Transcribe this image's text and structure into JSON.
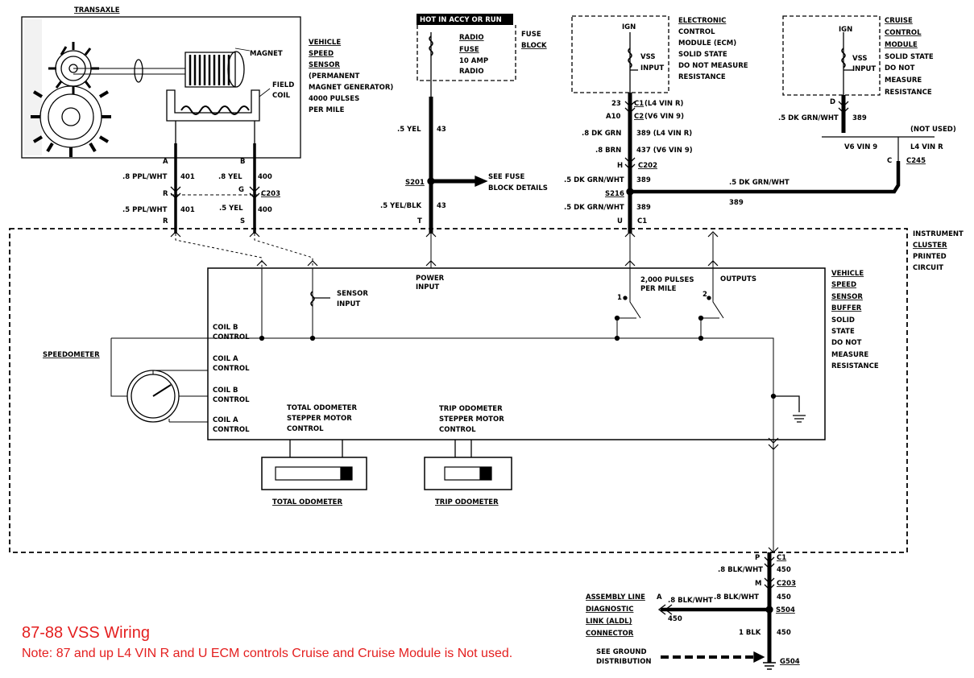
{
  "caption": {
    "title": "87-88 VSS Wiring",
    "note": "Note: 87 and up L4 VIN R and U ECM controls Cruise and Cruise Module is Not used."
  },
  "transaxle": {
    "title": "TRANSAXLE",
    "magnet": "MAGNET",
    "field_coil": [
      "FIELD",
      "COIL"
    ]
  },
  "vss": {
    "lines": [
      "VEHICLE",
      "SPEED",
      "SENSOR",
      "(PERMANENT",
      "MAGNET GENERATOR)",
      "4000 PULSES",
      "PER MILE"
    ]
  },
  "fuse": {
    "header": "HOT IN ACCY OR RUN",
    "lines": [
      "RADIO",
      "FUSE",
      "10 AMP",
      "RADIO"
    ],
    "block": [
      "FUSE",
      "BLOCK"
    ]
  },
  "ecm": {
    "ign": "IGN",
    "vss_input": [
      "VSS",
      "INPUT"
    ],
    "lines": [
      "ELECTRONIC",
      "CONTROL",
      "MODULE (ECM)",
      "SOLID STATE",
      "DO NOT MEASURE",
      "RESISTANCE"
    ]
  },
  "cruise": {
    "ign": "IGN",
    "vss_input": [
      "VSS",
      "INPUT"
    ],
    "lines": [
      "CRUISE",
      "CONTROL",
      "MODULE",
      "SOLID STATE",
      "DO NOT",
      "MEASURE",
      "RESISTANCE"
    ]
  },
  "wires_left": {
    "a": "A",
    "a_wire": ".8 PPL/WHT",
    "a_num": "401",
    "r": "R",
    "c203": "C203",
    "r2": "R",
    "r2_wire": ".5 PPL/WHT",
    "r2_num": "401",
    "b": "B",
    "b_wire": ".8 YEL",
    "b_num": "400",
    "g": "G",
    "s": "S",
    "s_wire": ".5 YEL",
    "s_num": "400"
  },
  "wires_fuse": {
    "yel": ".5 YEL",
    "num43": "43",
    "s201": "S201",
    "see_fuse": [
      "SEE FUSE",
      "BLOCK DETAILS"
    ],
    "yelblk": ".5 YEL/BLK",
    "num43b": "43",
    "t": "T"
  },
  "wires_ecm": {
    "p23": "23",
    "c1": "C1",
    "c1_l4": "(L4 VIN R)",
    "a10": "A10",
    "c2": "C2",
    "c2_v6": "(V6 VIN 9)",
    "dkgrn8": ".8 DK GRN",
    "n389": "389 (L4 VIN R)",
    "brn8": ".8 BRN",
    "n437": "437 (V6 VIN 9)",
    "h": "H",
    "c202": "C202",
    "dkgrnwht5": ".5 DK GRN/WHT",
    "n389b": "389",
    "s216": "S216",
    "horiz_wire": ".5 DK GRN/WHT",
    "horiz_num": "389",
    "dkgrnwht5b": ".5 DK GRN/WHT",
    "n389c": "389",
    "u": "U",
    "c1b": "C1"
  },
  "wires_cruise": {
    "d": "D",
    "wire": ".5 DK GRN/WHT",
    "num": "389",
    "not_used": "(NOT USED)",
    "v6": "V6 VIN 9",
    "l4": "L4 VIN R",
    "c": "C",
    "c245": "C245"
  },
  "cluster": {
    "label": [
      "INSTRUMENT",
      "CLUSTER",
      "PRINTED",
      "CIRCUIT"
    ],
    "buffer": [
      "VEHICLE",
      "SPEED",
      "SENSOR",
      "BUFFER",
      "SOLID",
      "STATE",
      "DO NOT",
      "MEASURE",
      "RESISTANCE"
    ],
    "power": [
      "POWER",
      "INPUT"
    ],
    "sensor": [
      "SENSOR",
      "INPUT"
    ],
    "pulses": [
      "2,000 PULSES",
      "PER MILE"
    ],
    "outputs": "OUTPUTS",
    "sw1": "1",
    "sw2": "2",
    "coil_b1": [
      "COIL B",
      "CONTROL"
    ],
    "coil_a1": [
      "COIL A",
      "CONTROL"
    ],
    "coil_b2": [
      "COIL B",
      "CONTROL"
    ],
    "coil_a2": [
      "COIL A",
      "CONTROL"
    ],
    "speedometer": "SPEEDOMETER",
    "total_ctrl": [
      "TOTAL ODOMETER",
      "STEPPER MOTOR",
      "CONTROL"
    ],
    "trip_ctrl": [
      "TRIP ODOMETER",
      "STEPPER MOTOR",
      "CONTROL"
    ],
    "total_odo": "TOTAL ODOMETER",
    "trip_odo": "TRIP ODOMETER"
  },
  "ground": {
    "p": "P",
    "c1": "C1",
    "blk8": ".8 BLK/WHT",
    "n450": "450",
    "m": "M",
    "c203": "C203",
    "blk8b": ".8 BLK/WHT",
    "n450b": "450",
    "aldl": [
      "ASSEMBLY LINE",
      "DIAGNOSTIC",
      "LINK (ALDL)",
      "CONNECTOR"
    ],
    "a": "A",
    "aldl_wire": ".8 BLK/WHT",
    "aldl_num": "450",
    "s504": "S504",
    "blk1": "1 BLK",
    "n450c": "450",
    "see_ground": [
      "SEE GROUND",
      "DISTRIBUTION"
    ],
    "g504": "G504"
  }
}
